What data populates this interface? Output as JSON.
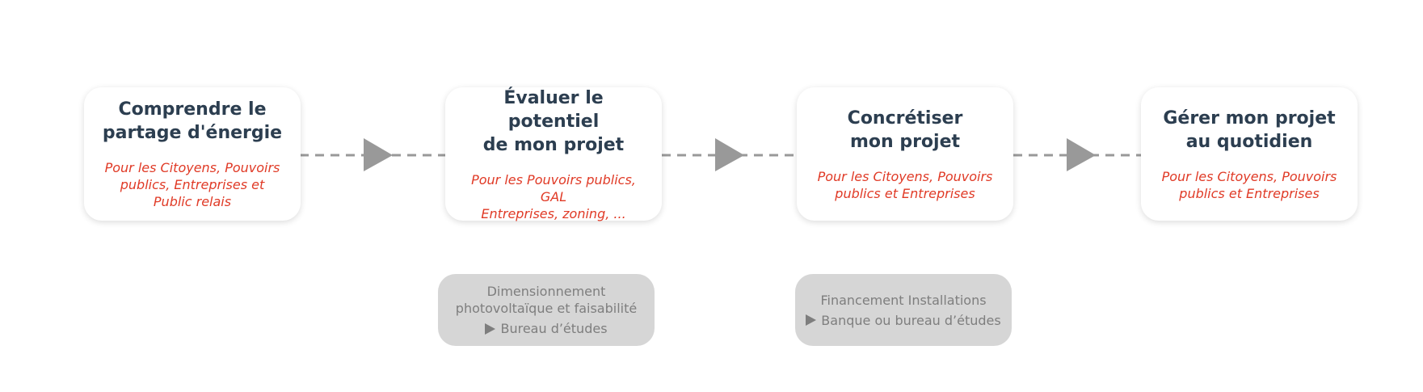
{
  "steps": [
    {
      "title": "Comprendre le\npartage d'énergie",
      "audience": "Pour les Citoyens, Pouvoirs\npublics, Entreprises et\nPublic relais"
    },
    {
      "title": "Évaluer le potentiel\nde mon projet",
      "audience": "Pour les Pouvoirs publics, GAL\nEntreprises, zoning, ..."
    },
    {
      "title": "Concrétiser\nmon projet",
      "audience": "Pour les Citoyens, Pouvoirs\npublics et Entreprises"
    },
    {
      "title": "Gérer mon projet\nau quotidien",
      "audience": "Pour les Citoyens, Pouvoirs\npublics et Entreprises"
    }
  ],
  "notes": [
    {
      "text": "Dimensionnement\nphotovoltaïque et faisabilité",
      "actor": "Bureau d’études"
    },
    {
      "text": "Financement Installations",
      "actor": "Banque ou bureau d’études"
    }
  ],
  "colors": {
    "title": "#2c3e50",
    "audience": "#e03a26",
    "connector": "#999999",
    "note_background": "#d6d6d6",
    "note_text": "#7e7e7e"
  }
}
